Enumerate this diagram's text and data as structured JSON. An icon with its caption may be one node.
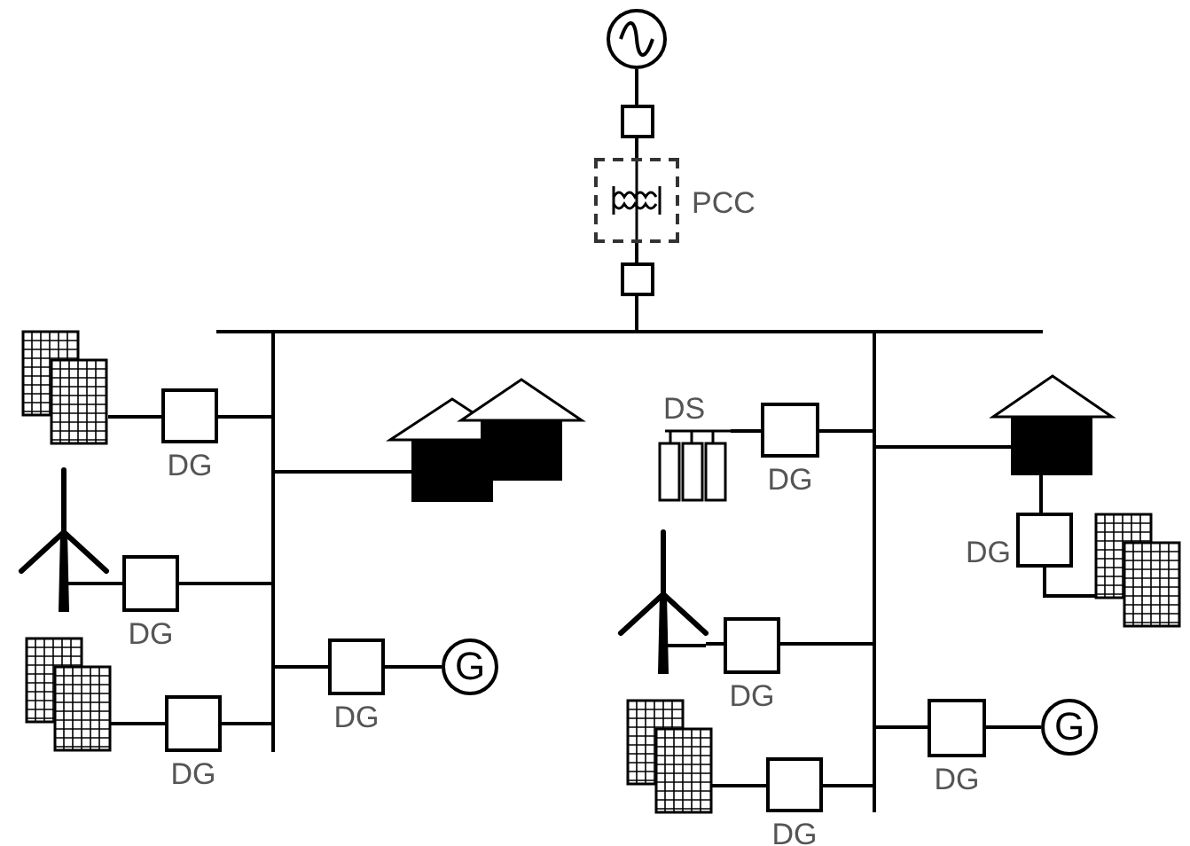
{
  "diagram": {
    "nodes": [
      {
        "text": [],
        "shape": "circle"
      },
      {
        "text": [],
        "shape": "box"
      },
      {
        "text": [
          "PCC"
        ]
      },
      {
        "text": [],
        "shape": "box"
      },
      {
        "text": [],
        "shape": "bar"
      },
      {
        "text": [],
        "shape": "bar"
      },
      {
        "text": [],
        "shape": "bar"
      },
      {
        "text": [],
        "shape": "picture"
      },
      {
        "text": [
          "DG"
        ]
      },
      {
        "text": [],
        "shape": "picture"
      },
      {
        "text": [],
        "shape": "picture"
      },
      {
        "text": [
          "DG"
        ]
      },
      {
        "text": [
          "DG"
        ]
      },
      {
        "text": [
          "G"
        ]
      },
      {
        "text": [],
        "shape": "picture"
      },
      {
        "text": [
          "DG"
        ]
      },
      {
        "text": [
          "DS"
        ]
      },
      {
        "text": [
          "DG"
        ]
      },
      {
        "text": [],
        "shape": "picture"
      },
      {
        "text": [
          "DG"
        ]
      },
      {
        "text": [],
        "shape": "picture"
      },
      {
        "text": [],
        "shape": "picture"
      },
      {
        "text": [
          "DG"
        ]
      },
      {
        "text": [
          "DG"
        ]
      },
      {
        "text": [
          "G"
        ]
      },
      {
        "text": [],
        "shape": "picture"
      },
      {
        "text": [
          "DG"
        ]
      }
    ],
    "edges": [
      {
        "from": 0,
        "to": 1,
        "arrow": "none"
      },
      {
        "from": 1,
        "to": 2,
        "arrow": "none"
      },
      {
        "from": 2,
        "to": 3,
        "arrow": "none"
      },
      {
        "from": 3,
        "to": 4,
        "arrow": "none"
      },
      {
        "from": 4,
        "to": 5,
        "arrow": "none"
      },
      {
        "from": 4,
        "to": 6,
        "arrow": "none"
      },
      {
        "from": 7,
        "to": 8,
        "arrow": "none"
      },
      {
        "from": 8,
        "to": 5,
        "arrow": "none"
      },
      {
        "from": 9,
        "to": 5,
        "arrow": "none"
      },
      {
        "from": 10,
        "to": 11,
        "arrow": "none"
      },
      {
        "from": 11,
        "to": 5,
        "arrow": "none"
      },
      {
        "from": 5,
        "to": 12,
        "arrow": "none"
      },
      {
        "from": 12,
        "to": 13,
        "arrow": "none"
      },
      {
        "from": 14,
        "to": 15,
        "arrow": "none"
      },
      {
        "from": 15,
        "to": 5,
        "arrow": "none"
      },
      {
        "from": 16,
        "to": 17,
        "arrow": "none"
      },
      {
        "from": 17,
        "to": 6,
        "arrow": "none"
      },
      {
        "from": 6,
        "to": 18,
        "arrow": "none"
      },
      {
        "from": 18,
        "to": 19,
        "arrow": "none"
      },
      {
        "from": 19,
        "to": 20,
        "arrow": "none"
      },
      {
        "from": 21,
        "to": 22,
        "arrow": "none"
      },
      {
        "from": 22,
        "to": 6,
        "arrow": "none"
      },
      {
        "from": 6,
        "to": 23,
        "arrow": "none"
      },
      {
        "from": 23,
        "to": 24,
        "arrow": "none"
      },
      {
        "from": 25,
        "to": 26,
        "arrow": "none"
      },
      {
        "from": 26,
        "to": 6,
        "arrow": "none"
      }
    ]
  }
}
